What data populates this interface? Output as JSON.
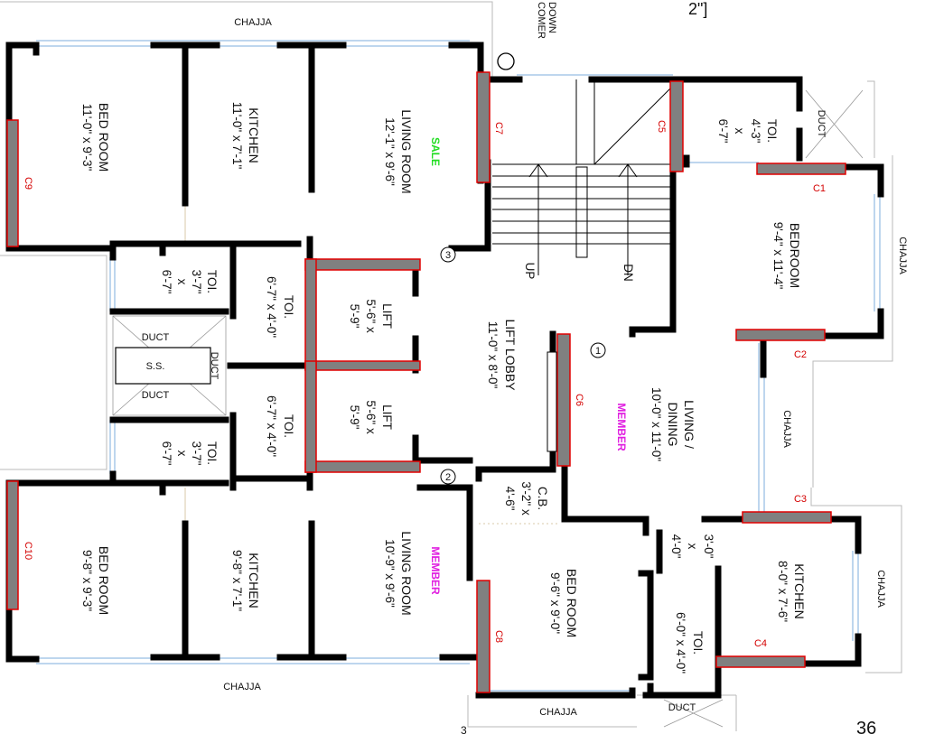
{
  "chajja": "CHAJJA",
  "down_comer": [
    "DOWN",
    "COMER"
  ],
  "stair": {
    "up": "UP",
    "dn": "DN"
  },
  "unit_tags": {
    "sale": "SALE",
    "member": "MEMBER"
  },
  "top_left_unit": {
    "bedroom": {
      "name": "BED ROOM",
      "dims": "11'-0\" x 9'-3\""
    },
    "kitchen": {
      "name": "KITCHEN",
      "dims": "11'-0\" x 7'-1\""
    },
    "living": {
      "name": "LIVING ROOM",
      "dims": "12'-1\" x 9'-6\""
    },
    "toilet_a": {
      "name": "TOI.",
      "dims": [
        "3'-7\"",
        "x",
        "6'-7\""
      ]
    },
    "toilet_b": {
      "name": "TOI.",
      "dims": "6'-7\" x 4'-0\""
    }
  },
  "bottom_left_unit": {
    "bedroom": {
      "name": "BED ROOM",
      "dims": "9'-8\" x 9'-3\""
    },
    "kitchen": {
      "name": "KITCHEN",
      "dims": "9'-8\" x 7'-1\""
    },
    "living": {
      "name": "LIVING ROOM",
      "dims": "10'-9\" x 9'-6\""
    },
    "toilet_a": {
      "name": "TOI.",
      "dims": [
        "3'-7\"",
        "x",
        "6'-7\""
      ]
    },
    "toilet_b": {
      "name": "TOI.",
      "dims": "6'-7\" x 4'-0\""
    }
  },
  "core": {
    "duct": "DUCT",
    "ss": "S.S.",
    "lift": {
      "name": "LIFT",
      "dims": [
        "5'-6\" x",
        "5'-9\""
      ]
    },
    "lobby": {
      "name": "LIFT LOBBY",
      "dims": "11'-0\" x 8'-0\""
    }
  },
  "right_unit": {
    "toilet_top": {
      "name": "TOI.",
      "dims": [
        "4'-3\"",
        "x",
        "6'-7\""
      ]
    },
    "bedroom": {
      "name": "BEDROOM",
      "dims": "9'-4\" x 11'-4\""
    },
    "living": {
      "name": [
        "LIVING /",
        "DINING"
      ],
      "dims": "10'-0\" x 11'-0\""
    },
    "cb": {
      "name": "C.B.",
      "dims": [
        "3'-2\" x",
        "4'-6\""
      ]
    },
    "bedroom2": {
      "name": "BED ROOM",
      "dims": "9'-6\" x 9'-0\""
    },
    "toilet_bot": {
      "name": "TOI.",
      "dims": "6'-0\" x 4'-0\""
    },
    "passage": {
      "dims": [
        "3'-0\"",
        "x",
        "4'-0\""
      ]
    },
    "kitchen": {
      "name": "KITCHEN",
      "dims": "8'-0\" x 7'-6\""
    }
  },
  "markers": [
    "1",
    "2",
    "3"
  ],
  "columns": [
    "C1",
    "C2",
    "C3",
    "C4",
    "C5",
    "C6",
    "C7",
    "C8",
    "C9",
    "C10"
  ],
  "edge_fragments": {
    "top": "2\"]",
    "bottom_right": "36",
    "bottom_left": "3"
  },
  "colors": {
    "wall": "#000000",
    "column_fill": "#808080",
    "column_stroke": "#e00000",
    "window": "#a8c8e8",
    "label": "#111111",
    "col_label": "#d40000",
    "sale": "#22dd22",
    "member": "#e020e0"
  }
}
